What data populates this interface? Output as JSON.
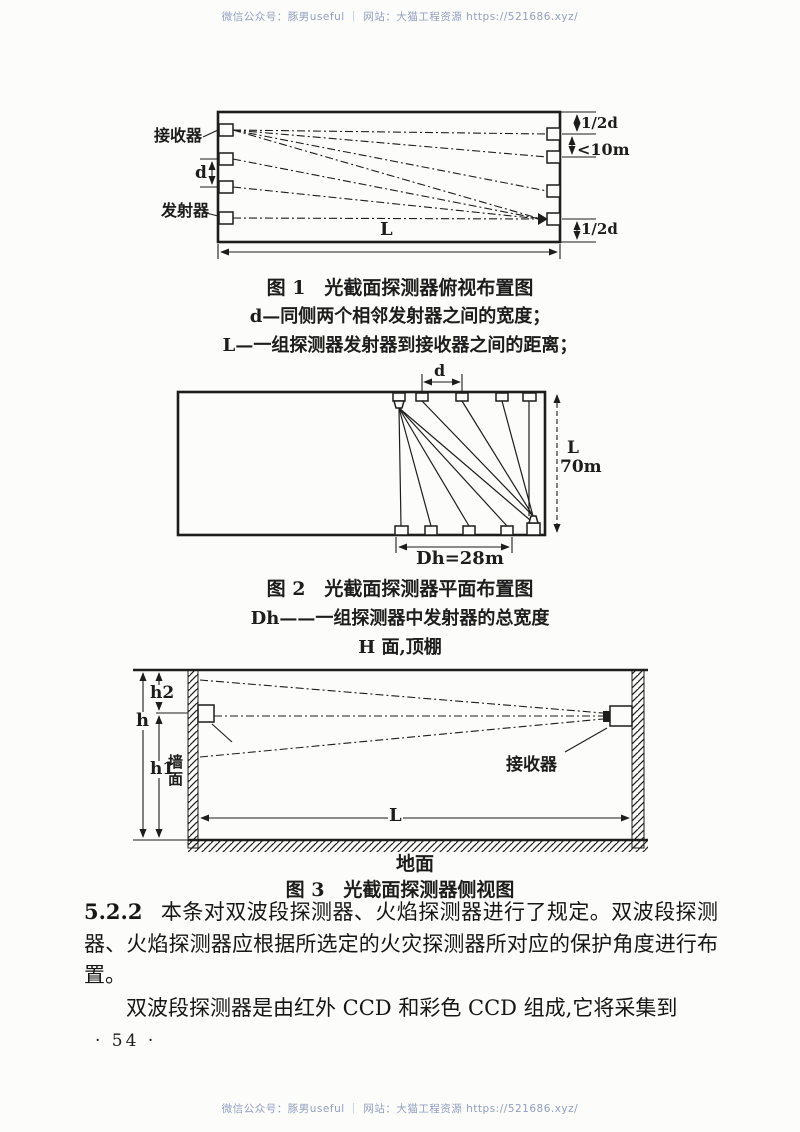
{
  "watermarks": {
    "top": "微信公众号：豚男useful ｜ 网站：大猫工程资源 https://521686.xyz/",
    "bottom": "微信公众号：豚男useful ｜ 网站：大猫工程资源 https://521686.xyz/",
    "color": "#92a0c0"
  },
  "figure1": {
    "caption": "图 1　光截面探测器俯视布置图",
    "note_d": "d—同侧两个相邻发射器之间的宽度；",
    "note_l": "L—一组探测器发射器到接收器之间的距离；",
    "labels": {
      "receiver": "接收器",
      "transmitter": "发射器",
      "d": "d",
      "l": "L",
      "half_d_top": "1/2d",
      "spacing_max": "<10m",
      "half_d_bottom": "1/2d"
    }
  },
  "figure2": {
    "caption": "图 2　光截面探测器平面布置图",
    "note_dh": "Dh——一组探测器中发射器的总宽度",
    "labels": {
      "d": "d",
      "l": "L",
      "l_value": "70m",
      "dh": "Dh=28m"
    }
  },
  "figure3": {
    "ceiling_label": "H 面,顶棚",
    "caption": "图 3　光截面探测器侧视图",
    "labels": {
      "h": "h",
      "h2": "h2",
      "h1": "h1",
      "wall": "墙面",
      "receiver": "接收器",
      "l": "L",
      "ground": "地面"
    }
  },
  "body": {
    "clause_number": "5.2.2",
    "clause_text": "本条对双波段探测器、火焰探测器进行了规定。双波段探测器、火焰探测器应根据所选定的火灾探测器所对应的保护角度进行布置。",
    "paragraph2": "双波段探测器是由红外 CCD 和彩色 CCD 组成,它将采集到",
    "page_number": "· 54 ·"
  }
}
